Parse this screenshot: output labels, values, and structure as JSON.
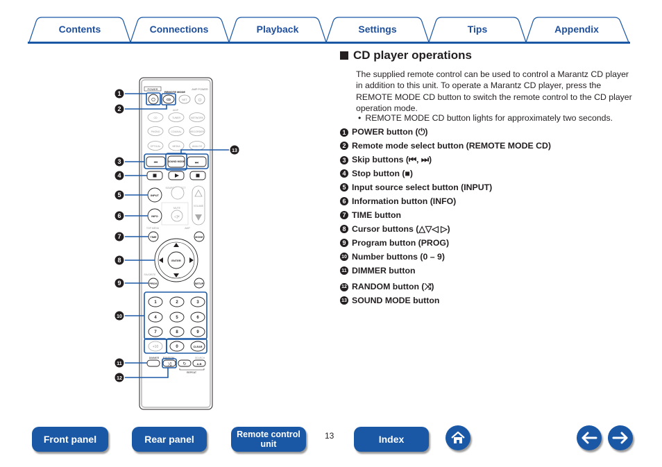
{
  "tabs": [
    "Contents",
    "Connections",
    "Playback",
    "Settings",
    "Tips",
    "Appendix"
  ],
  "section": {
    "title": "CD player operations",
    "intro": "The supplied remote control can be used to control a Marantz CD player in addition to this unit. To operate a Marantz CD player, press the REMOTE MODE CD button to switch the remote control to the CD player operation mode.",
    "bullet_mark": "•",
    "bullet": "REMOTE MODE CD button lights for approximately two seconds."
  },
  "items": [
    {
      "num": "1",
      "label": "POWER button (⏻)"
    },
    {
      "num": "2",
      "label": "Remote mode select button (REMOTE MODE CD)"
    },
    {
      "num": "3",
      "label": "Skip buttons (⏮, ⏭)"
    },
    {
      "num": "4",
      "label": "Stop button (■)"
    },
    {
      "num": "5",
      "label": "Input source select button (INPUT)"
    },
    {
      "num": "6",
      "label": "Information button (INFO)"
    },
    {
      "num": "7",
      "label": "TIME button"
    },
    {
      "num": "8",
      "label": "Cursor buttons (△▽◁ ▷)"
    },
    {
      "num": "9",
      "label": "Program button (PROG)"
    },
    {
      "num": "10",
      "label": "Number buttons (0 – 9)"
    },
    {
      "num": "11",
      "label": "DIMMER button"
    },
    {
      "num": "12",
      "label": "RANDOM button (⤨)"
    },
    {
      "num": "13",
      "label": "SOUND MODE button"
    }
  ],
  "remote": {
    "power": "POWER",
    "remote_mode": "REMOTE MODE",
    "amp_power": "AMP POWER",
    "cd": "CD",
    "net": "NET",
    "amp": "AMP",
    "input_row1": [
      "CD",
      "TUNER",
      "NETWORK"
    ],
    "input_row2": [
      "PHONO",
      "COAXIAL",
      "RECORDER"
    ],
    "input_row3": [
      "OPTICAL",
      "MEDIA",
      "ANALOG"
    ],
    "sound_mode": "SOUND MODE",
    "input": "INPUT",
    "source_direct": "SOURCE DIRECT",
    "info": "INFO",
    "mute": "MUTE",
    "volume": "VOLUME",
    "top_menu": "TOP MENU",
    "time": "TIME",
    "mode": "MODE",
    "enter": "ENTER",
    "favorite": "FAVORITE",
    "prog": "PROG",
    "setup": "SETUP",
    "numbers": [
      "1",
      "2",
      "3",
      "4",
      "5",
      "6",
      "7",
      "8",
      "9",
      "+10",
      "0",
      "CLEAR"
    ],
    "dimmer": "DIMMER",
    "random": "RANDOM",
    "search": "SEARCH",
    "ab": "A-B",
    "repeat": "REPEAT"
  },
  "footer": {
    "front_panel": "Front panel",
    "rear_panel": "Rear panel",
    "remote_line1": "Remote control",
    "remote_line2": "unit",
    "page": "13",
    "index": "Index"
  }
}
